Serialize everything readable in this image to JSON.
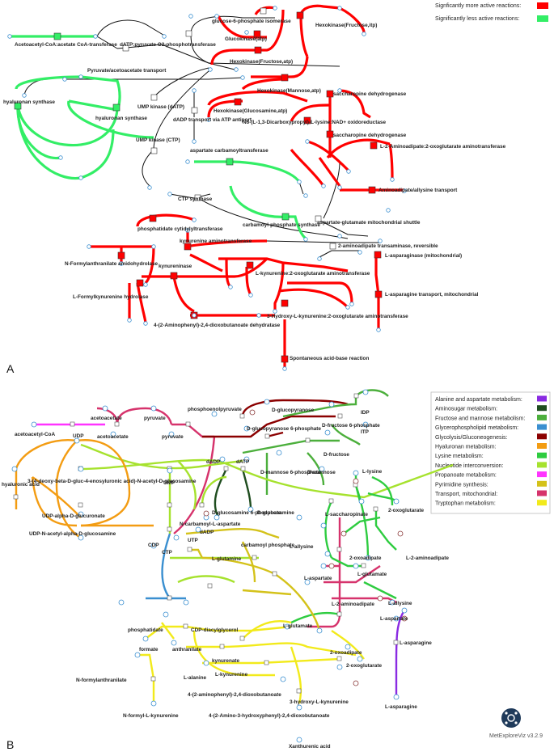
{
  "panel_a": {
    "tag": "A",
    "legend": [
      {
        "label": "Signficantly more active reactions:",
        "color": "#ff0000"
      },
      {
        "label": "Significantly less active reactions:",
        "color": "#33ee66"
      }
    ],
    "reactions": [
      "Acetoacetyl-CoA:acetate CoA-transferase",
      "glucose-6-phosphate isomerase",
      "dATP:pyruvate O2-phosphotransferase",
      "Pyruvate/acetoacetate transport",
      "Glucokinase(atp)",
      "Hexokinase(Fructose,itp)",
      "Hexokinase(Fructose,atp)",
      "Hexokinase(Mannose,atp)",
      "Hexokinase(Glucosamine,atp)",
      "hyaluronan synthase",
      "hyaluronan synthase",
      "UMP kinase (dATP)",
      "UMP kinase (CTP)",
      "dADP transport via ATP antiport",
      "saccharopine dehydrogenase",
      "N6-(L-1,3-Dicarboxypropyl)-L-lysine:NAD+ oxidoreductase",
      "saccharopine dehydrogenase",
      "L-2-Aminoadipate:2-oxoglutarate aminotransferase",
      "aspartate carbamoyltransferase",
      "Aminoadipate/allysine transport",
      "CTP synthase",
      "carbamoyl-phosphate synthase",
      "aspartate-glutamate mitochondrial shuttle",
      "phosphatidate cytidylyltransferase",
      "kynurenine aminotransferase",
      "2-aminoadipate transaminase, reversible",
      "N-Formylanthranilate amidohydrolase",
      "kynureninase",
      "L-kynurenine:2-oxoglutarate aminotransferase",
      "L-asparaginase (mitochondrial)",
      "L-Formylkynurenine hydrolase",
      "4-(2-Aminophenyl)-2,4-dioxobutanoate dehydratase",
      "3-Hydroxy-L-kynurenine:2-oxoglutarate aminotransferase",
      "L-asparagine transport, mitochondrial",
      "Spontaneous acid-base reaction"
    ]
  },
  "panel_b": {
    "tag": "B",
    "legend": [
      {
        "label": "Alanine and aspartate metabolism:",
        "color": "#8a2be2"
      },
      {
        "label": "Aminosugar metabolism:",
        "color": "#1f4d1f"
      },
      {
        "label": "Fructose and mannose metabolism:",
        "color": "#4caf3c"
      },
      {
        "label": "Glycerophospholipid metabolism:",
        "color": "#3a8fd0"
      },
      {
        "label": "Glycolysis/Gluconeogenesis:",
        "color": "#8b0000"
      },
      {
        "label": "Hyaluronan metabolism:",
        "color": "#f39c12"
      },
      {
        "label": "Lysine metabolism:",
        "color": "#2ecc40"
      },
      {
        "label": "Nucleotide interconversion:",
        "color": "#a6e22e"
      },
      {
        "label": "Propanoate metabolism:",
        "color": "#ff33ff"
      },
      {
        "label": "Pyrimidine synthesis:",
        "color": "#d4c21a"
      },
      {
        "label": "Transport, mitochondrial:",
        "color": "#d6336c"
      },
      {
        "label": "Tryptophan metabolism:",
        "color": "#f2ea1b"
      }
    ],
    "metabolites": [
      "acetoacetate",
      "pyruvate",
      "acetoacetyl-CoA",
      "acetoacetate",
      "pyruvate",
      "phosphoenolpyruvate",
      "D-glucopyranose",
      "D-glucopyranose 6-phosphate",
      "D-fructose 6-phosphate",
      "IDP",
      "ITP",
      "D-fructose",
      "UDP",
      "hyaluronic acid",
      "3-(4-deoxy-beta-D-gluc-4-enosyluronic acid)-N-acetyl-D-glucosamine",
      "dADP",
      "dATP",
      "D-mannose 6-phosphate",
      "D-mannose",
      "UMP",
      "dADP",
      "D-glucosamine 6-phosphate",
      "D-glucosamine",
      "UDP-alpha-D-glucuronate",
      "UDP-N-acetyl-alpha-D-glucosamine",
      "N-carbamoyl-L-aspartate",
      "CDP",
      "CTP",
      "UTP",
      "carbamoyl phosphate",
      "L-glutamine",
      "L-lysine",
      "L-saccharopinate",
      "2-oxoglutarate",
      "L-allysine",
      "2-oxoadipate",
      "L-2-aminoadipate",
      "L-aspartate",
      "L-glutamate",
      "L-2-aminoadipate",
      "L-allysine",
      "L-aspartate",
      "phosphatidate",
      "CDP-diacylglycerol",
      "L-glutamate",
      "formate",
      "anthranilate",
      "kynurenate",
      "L-alanine",
      "N-formylanthranilate",
      "L-kynurenine",
      "2-oxoadipate",
      "2-oxoglutarate",
      "L-asparagine",
      "4-(2-aminophenyl)-2,4-dioxobutanoate",
      "3-hydroxy-L-kynurenine",
      "N-formyl-L-kynurenine",
      "4-(2-Amino-3-hydroxyphenyl)-2,4-dioxobutanoate",
      "L-asparagine",
      "Xanthurenic acid"
    ],
    "version": "MetExploreViz v3.2.9"
  }
}
